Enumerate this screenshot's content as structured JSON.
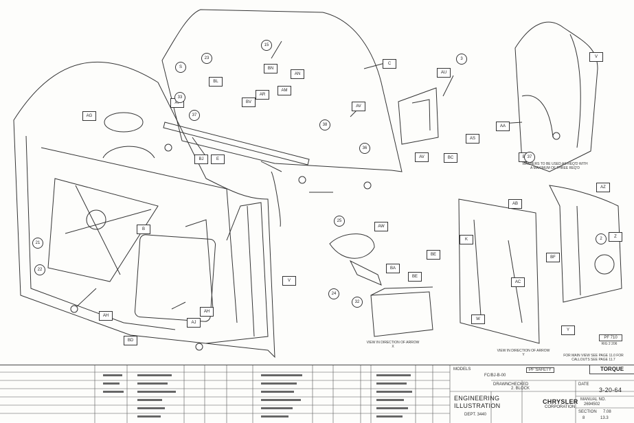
{
  "callouts_box": [
    "C",
    "AN",
    "BN",
    "BL",
    "AM",
    "AR",
    "BV",
    "AT",
    "AG",
    "BJ",
    "E",
    "AV",
    "AU",
    "BC",
    "AS",
    "AV",
    "AA",
    "BG",
    "V",
    "AZ",
    "AB",
    "BE",
    "B",
    "AW",
    "BA",
    "BE",
    "K",
    "Z",
    "BF",
    "AC",
    "W",
    "Y",
    "V",
    "AH",
    "AH",
    "BD",
    "AJ"
  ],
  "callouts_circle": [
    "15",
    "23",
    "S",
    "33",
    "3",
    "38",
    "36",
    "25",
    "24",
    "21",
    "32",
    "37",
    "2",
    "22",
    "37"
  ],
  "notes": {
    "washers": "WASHERS TO BE USED AS REQ'D WITH A MAXIMUM OF THREE REQ'D",
    "view_x": "VIEW IN DIRECTION OF ARROW X",
    "view_y": "VIEW IN DIRECTION OF ARROW Y",
    "main_view": "FOR MAIN VIEW SEE PAGE 11.0 FOR CALLOUTS SEE PAGE 11.7",
    "pf_ref": "PF 710",
    "pf_sub": "RIG 2 206"
  },
  "title_block": {
    "models_label": "MODELS",
    "models_value": "FC/BJ-B-00",
    "pf_safety": "PF SAFETY",
    "torque": "TORQUE",
    "engineering": "ENGINEERING",
    "illustration": "ILLUSTRATION",
    "dept": "DEPT. 3440",
    "drawn_label": "DRAWN",
    "checked_label": "CHECKED",
    "checked_value": "2. BLOCK",
    "date_label": "DATE",
    "date_value": "3-20-64",
    "brand": "CHRYSLER",
    "brand_sub": "CORPORATION",
    "manual_no_label": "MANUAL NO.",
    "manual_no": "2694502",
    "section_label": "SECTION",
    "section": "7.08",
    "page": "8",
    "page2": "13.3"
  }
}
